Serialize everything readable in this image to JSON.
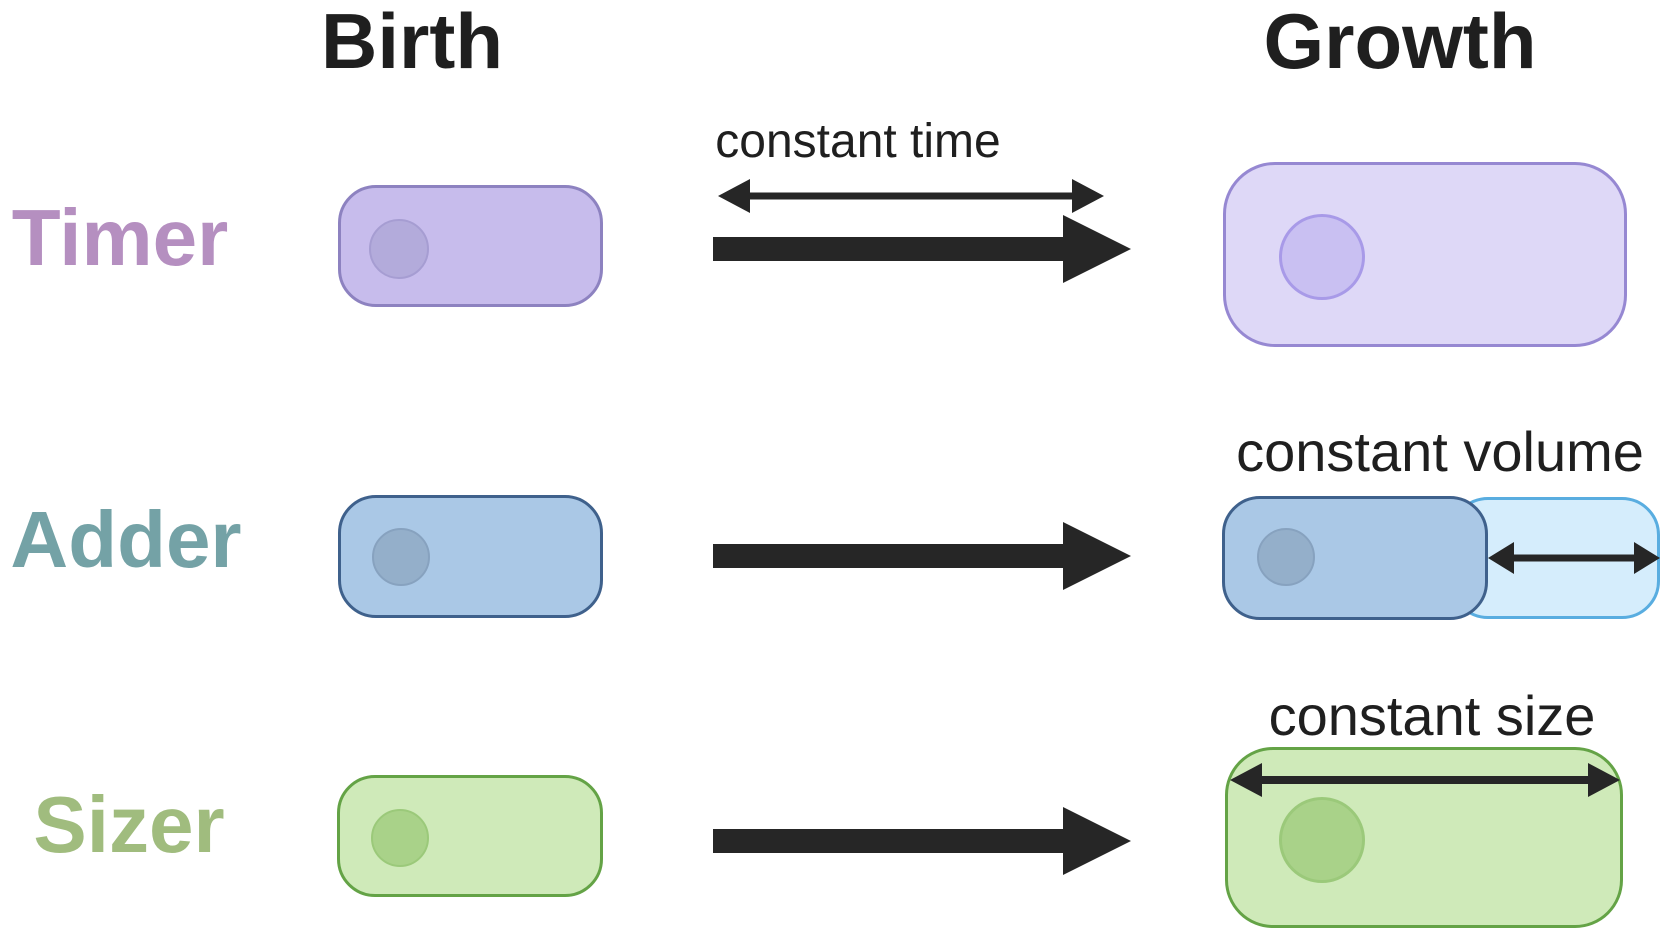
{
  "figure": {
    "column_headers": {
      "birth": "Birth",
      "growth": "Growth"
    },
    "rows": {
      "timer": {
        "label": "Timer",
        "label_color": "#b58fc0",
        "annotation": "constant time"
      },
      "adder": {
        "label": "Adder",
        "label_color": "#74a2a6",
        "annotation": "constant volume"
      },
      "sizer": {
        "label": "Sizer",
        "label_color": "#a0bc7e",
        "annotation": "constant size"
      }
    },
    "colors": {
      "heading_text": "#1f1f1f",
      "arrow": "#262626",
      "timer_birth_fill": "#c7bcec",
      "timer_birth_border": "#8d82c0",
      "timer_birth_nucleus": "#b3abdb",
      "timer_growth_fill": "#ded8f7",
      "timer_growth_border": "#9688d2",
      "timer_growth_nucleus": "#c9c0f2",
      "adder_fill": "#aac8e6",
      "adder_border": "#3f618c",
      "adder_nucleus": "#94afca",
      "adder_added_fill": "#d5edfc",
      "adder_added_border": "#59ade0",
      "sizer_fill": "#cfeab9",
      "sizer_border": "#64a346",
      "sizer_nucleus": "#a9d289"
    }
  }
}
